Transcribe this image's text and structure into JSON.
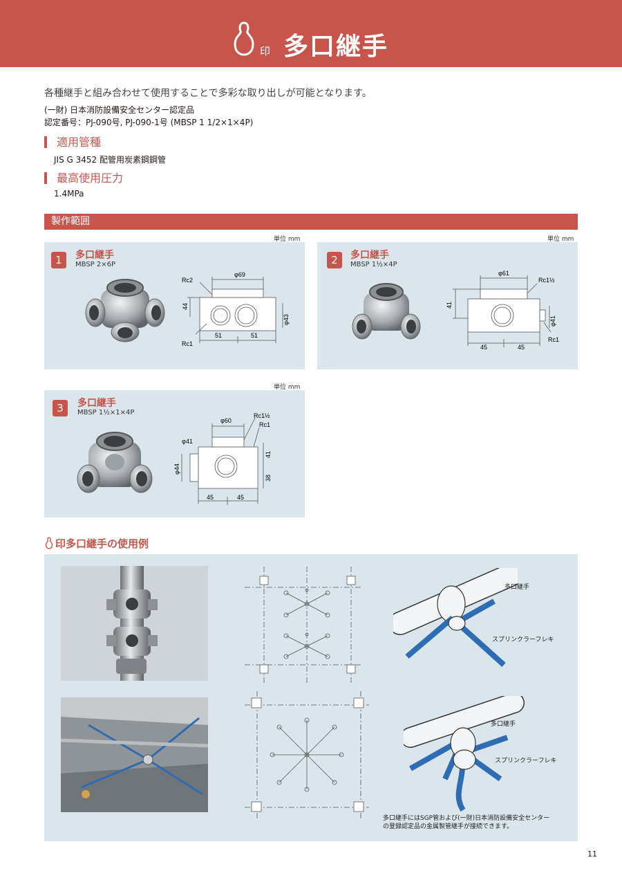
{
  "header": {
    "seal": "印",
    "title": "多口継手"
  },
  "intro": {
    "description": "各種継手と組み合わせて使用することで多彩な取り出しが可能となります。",
    "cert_line1": "(一財) 日本消防設備安全センター認定品",
    "cert_line2": "認定番号：PJ-090号, PJ-090-1号 (MBSP 1 1/2×1×4P)"
  },
  "applicable_pipe": {
    "heading": "適用管種",
    "value": "JIS  G  3452 配管用炭素鋼鋼管"
  },
  "max_pressure": {
    "heading": "最高使用圧力",
    "value": "1.4MPa"
  },
  "range_heading": "製作範囲",
  "unit_label": "単位  mm",
  "products": [
    {
      "number": "1",
      "name": "多口継手",
      "spec": "MBSP 2×6P",
      "dims": {
        "top": "φ69",
        "corner": "Rc2",
        "side": "44",
        "right": "φ43",
        "bl": "Rc1",
        "b1": "51",
        "b2": "51"
      }
    },
    {
      "number": "2",
      "name": "多口継手",
      "spec": "MBSP 1½×4P",
      "dims": {
        "top": "φ61",
        "tr": "Rc1½",
        "side": "41",
        "right": "φ41",
        "br": "Rc1",
        "b1": "45",
        "b2": "45"
      }
    },
    {
      "number": "3",
      "name": "多口継手",
      "spec": "MBSP 1½×1×4P",
      "dims": {
        "top": "φ60",
        "tr1": "Rc1½",
        "tr2": "Rc1",
        "left": "φ41",
        "leftv": "φ44",
        "r1": "41",
        "r2": "38",
        "b1": "45",
        "b2": "45"
      }
    }
  ],
  "usage": {
    "title": "印多口継手の使用例",
    "label_joint": "多口継手",
    "label_flex": "スプリンクラーフレキ",
    "note_line1": "多口継手にはSGP管および(一財)日本消防設備安全センター",
    "note_line2": "の登録認定品の金属製管継手が接続できます。"
  },
  "page_number": "11",
  "colors": {
    "accent": "#c8554c",
    "panel": "#dbe5ec",
    "flex_blue": "#2e6db4"
  },
  "icons": {
    "logo": "gourd-icon"
  }
}
